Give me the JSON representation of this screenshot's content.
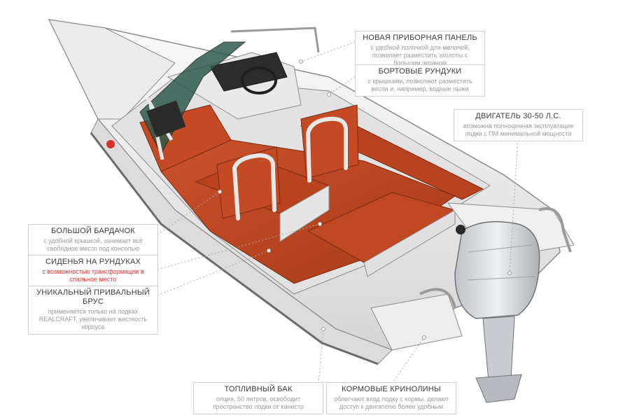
{
  "callouts": {
    "dashboard": {
      "title": "НОВАЯ ПРИБОРНАЯ ПАНЕЛЬ",
      "desc": "с удобной полочкой для мелочей, позволяет разместить эхолоты с большим экраном"
    },
    "side_lockers": {
      "title": "БОРТОВЫЕ РУНДУКИ",
      "desc": "с крышками, позволяют разместить весла и, например, водные лыжи"
    },
    "engine": {
      "title": "ДВИГАТЕЛЬ 30-50 Л.С.",
      "desc": "возможна полноценная эксплуатация лодки с ПМ минимальной мощности"
    },
    "glovebox": {
      "title": "БОЛЬШОЙ БАРДАЧОК",
      "desc": "с удобной крышкой, занимает всё свободное место под консолью"
    },
    "seats": {
      "title": "СИДЕНЬЯ НА РУНДУКАХ",
      "desc": "с возможностью трансформации в спальное место"
    },
    "rubbing_strake": {
      "title": "УНИКАЛЬНЫЙ ПРИВАЛЬНЫЙ БРУС",
      "desc": "применяется только на лодках REALCRAFT, увеличивает жесткость корпуса"
    },
    "fuel_tank": {
      "title": "ТОПЛИВНЫЙ БАК",
      "desc": "опция, 50 литров, освободит пространство лодки от канистр"
    },
    "stern_platforms": {
      "title": "КОРМОВЫЕ КРИНОЛИНЫ",
      "desc": "облегчают вход лодку с кормы, делают доступ к двигателю более удобным"
    }
  },
  "colors": {
    "hull": "#f4f4f4",
    "floor": "#c1471f",
    "seat_frame": "#eaeaea",
    "engine": "#d9dbde",
    "windshield": "#2f5a4e"
  }
}
